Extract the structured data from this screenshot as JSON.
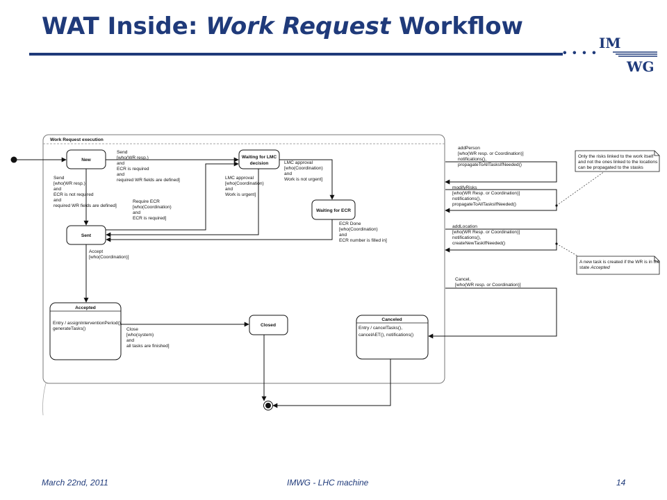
{
  "title": {
    "part1": "WAT Inside: ",
    "part2": "Work Request",
    "part3": " Workflow"
  },
  "logo": {
    "top": "IM",
    "bottom": "WG"
  },
  "footer": {
    "date": "March 22nd, 2011",
    "center": "IMWG - LHC machine",
    "page": "14"
  },
  "colors": {
    "title": "#1f3a7a"
  },
  "diagram": {
    "frame_label": "Work Request execution",
    "states": {
      "new": "New",
      "waiting_lmc": [
        "Waiting for LMC",
        "decision"
      ],
      "waiting_ecr": "Waiting for ECR",
      "sent": "Sent",
      "accepted": {
        "name": "Accepted",
        "body": [
          "Entry / assignInterventionPeriod(),",
          "generateTasks()"
        ]
      },
      "closed": "Closed",
      "canceled": {
        "name": "Canceled",
        "body": [
          "Entry / cancelTasks(),",
          "cancelAET(), notifications()"
        ]
      }
    },
    "transitions": {
      "new_to_lmc": [
        "Send",
        "[who(WR resp.)",
        "and",
        "ECR is required",
        "and",
        "required WR fields are defined]"
      ],
      "new_to_sent": [
        "Send",
        "[who(WR resp.)",
        "and",
        "ECR is not required",
        "and",
        "required WR fields are defined]"
      ],
      "sent_to_lmc": [
        "Require ECR",
        "[who(Coordination)",
        "and",
        "ECR is required]"
      ],
      "lmc_to_sent": [
        "LMC approval",
        "[who(Coordination)",
        "and",
        "Work is urgent]"
      ],
      "lmc_to_ecr": [
        "LMC approval",
        "[who(Coordination)",
        "and",
        "Work is not urgent]"
      ],
      "ecr_to_sent": [
        "ECR Done",
        "[who(Coordination)",
        "and",
        "ECR number is filled in]"
      ],
      "sent_to_accepted": [
        "Accept",
        "[who(Coordination)]"
      ],
      "accepted_to_closed": [
        "Close",
        "[who(system)",
        "and",
        "all tasks are finished]"
      ],
      "add_person": [
        "addPerson",
        "[who(WR resp. or Coordination)]",
        "notifications(),",
        "propagateToAllTasksIfNeeded()"
      ],
      "modify_risks": [
        "modifyRisks",
        "[who(WR Resp. or Coordination)]",
        "notifications(),",
        "propagateToAllTasksIfNeeded()"
      ],
      "add_location": [
        "addLocation",
        "[who(WR Resp. or Coordination)]",
        "notifications(),",
        "createNewTaskIfNeeded()"
      ],
      "cancel": [
        "Cancel,",
        "[who(WR resp. or Coordination)]"
      ]
    },
    "notes": {
      "risks": [
        "Only the risks linked to the work itself",
        "and not the ones linked to the locations",
        "can be propagated to the stasks"
      ],
      "task": [
        "A new task is created if the WR is in the",
        "state "
      ],
      "task_italic": "Accepted"
    }
  }
}
